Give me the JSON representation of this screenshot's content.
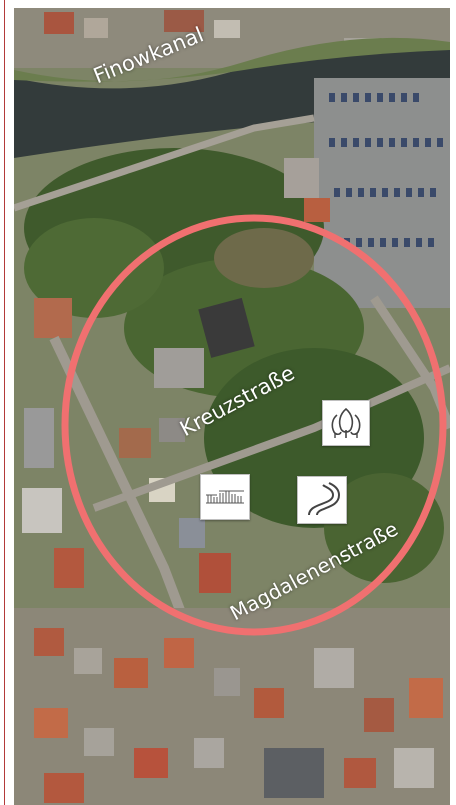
{
  "labels": {
    "canal": "Finowkanal",
    "street_north": "Kreuzstraße",
    "street_south": "Magdalenenstraße"
  },
  "icons": {
    "trees": "tree-group-icon",
    "road": "winding-road-icon",
    "building": "facade-icon"
  },
  "colors": {
    "circle": "#f07070",
    "frame": "#b33a3a",
    "label": "#ffffff"
  }
}
